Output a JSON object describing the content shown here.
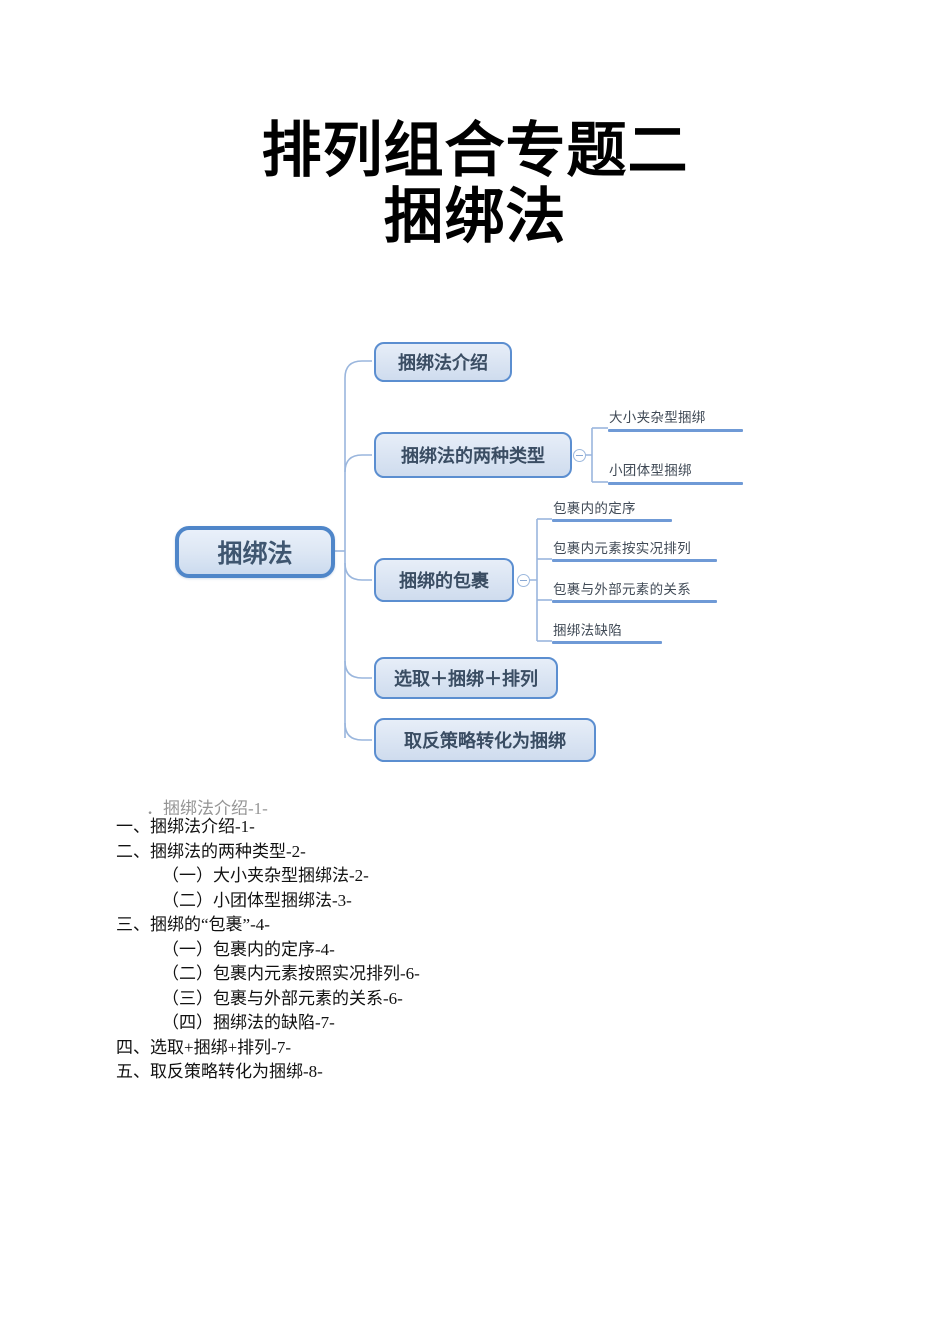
{
  "document": {
    "title_line1": "排列组合专题二",
    "title_line2": "捆绑法"
  },
  "mindmap": {
    "central": {
      "label": "捆绑法"
    },
    "branches": [
      {
        "label": "捆绑法介绍",
        "has_toggle": false,
        "children": []
      },
      {
        "label": "捆绑法的两种类型",
        "has_toggle": true,
        "children": [
          {
            "label": "大小夹杂型捆绑"
          },
          {
            "label": "小团体型捆绑"
          }
        ]
      },
      {
        "label": "捆绑的包裹",
        "has_toggle": true,
        "children": [
          {
            "label": "包裹内的定序"
          },
          {
            "label": "包裹内元素按实况排列"
          },
          {
            "label": "包裹与外部元素的关系"
          },
          {
            "label": "捆绑法缺陷"
          }
        ]
      },
      {
        "label": "选取＋捆绑＋排列",
        "has_toggle": false,
        "children": []
      },
      {
        "label": "取反策略转化为捆绑",
        "has_toggle": false,
        "children": []
      }
    ],
    "colors": {
      "node_border": "#5b8ed0",
      "node_fill": "#dbe5f3",
      "wire": "#9ab6dd",
      "leaf_bar": "#6f9ad6",
      "central_border": "#4f86c9",
      "text": "#3a4d63"
    }
  },
  "toc": {
    "ghost_row": "．捆绑法介绍-1-",
    "rows": [
      {
        "level": 1,
        "text": "一、捆绑法介绍-1-"
      },
      {
        "level": 1,
        "text": "二、捆绑法的两种类型-2-"
      },
      {
        "level": 2,
        "text": "（一）大小夹杂型捆绑法-2-"
      },
      {
        "level": 2,
        "text": "（二）小团体型捆绑法-3-"
      },
      {
        "level": 1,
        "text": "三、捆绑的“包裹”-4-"
      },
      {
        "level": 2,
        "text": "（一）包裹内的定序-4-"
      },
      {
        "level": 2,
        "text": "（二）包裹内元素按照实况排列-6-"
      },
      {
        "level": 2,
        "text": "（三）包裹与外部元素的关系-6-"
      },
      {
        "level": 2,
        "text": "（四）捆绑法的缺陷-7-"
      },
      {
        "level": 1,
        "text": "四、选取+捆绑+排列-7-"
      },
      {
        "level": 1,
        "text": "五、取反策略转化为捆绑-8-"
      }
    ]
  }
}
